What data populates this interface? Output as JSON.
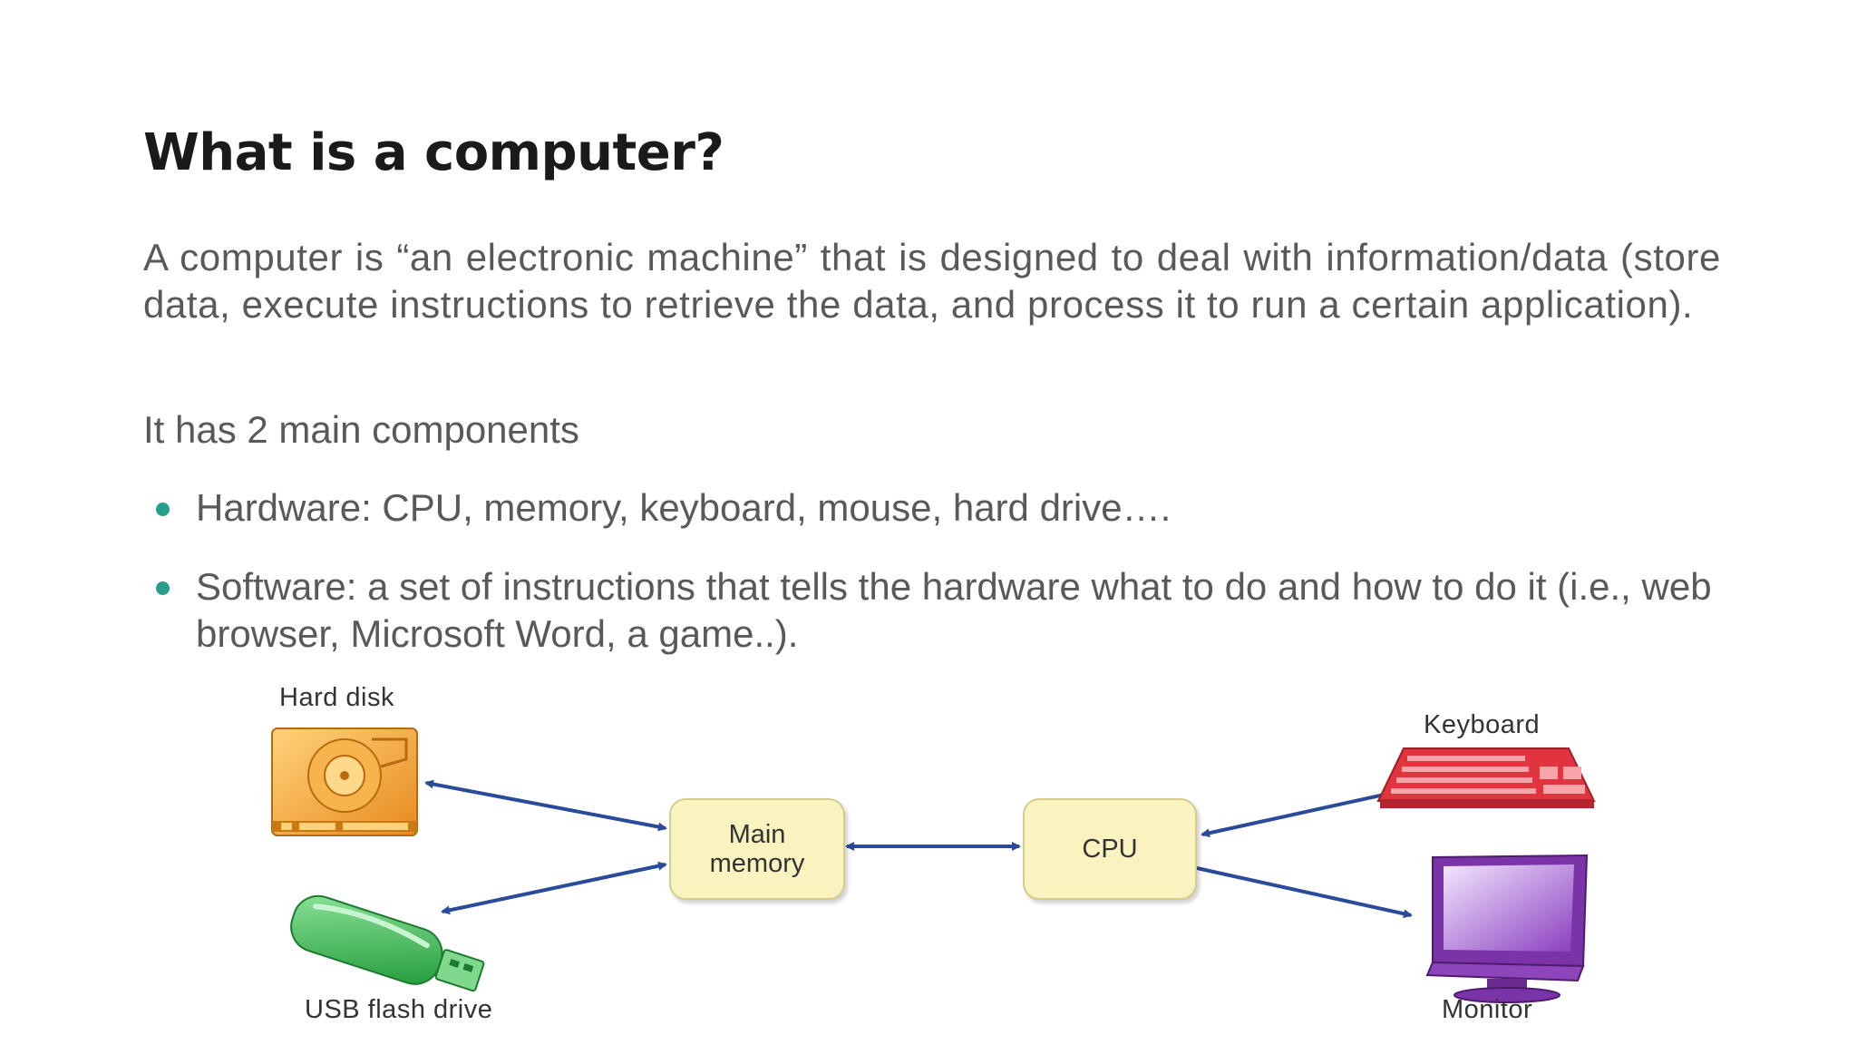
{
  "slide": {
    "title": "What is a computer?",
    "paragraph1": "A computer is “an electronic machine” that is designed to deal with information/data (store data, execute instructions to retrieve the data, and process it to run a certain application).",
    "paragraph2": "It has 2 main components",
    "bullets": [
      "Hardware: CPU, memory, keyboard, mouse, hard drive….",
      "Software: a set of instructions that tells the hardware what to do and how to do it (i.e., web browser, Microsoft Word, a game..)."
    ],
    "bullet_color": "#26a08b"
  },
  "diagram": {
    "labels": {
      "hard_disk": "Hard disk",
      "usb_flash_drive": "USB flash drive",
      "keyboard": "Keyboard",
      "monitor": "Monitor"
    },
    "boxes": {
      "main_memory_line1": "Main",
      "main_memory_line2": "memory",
      "cpu": "CPU"
    },
    "colors": {
      "arrow": "#2a4a9a",
      "box_fill": "#fbf3bf",
      "hard_disk": "#f2a13a",
      "usb": "#3dbb55",
      "keyboard": "#e0353f",
      "monitor": "#9a4fc4"
    },
    "icons": [
      "hard-disk-icon",
      "usb-flash-drive-icon",
      "keyboard-icon",
      "monitor-icon"
    ]
  }
}
